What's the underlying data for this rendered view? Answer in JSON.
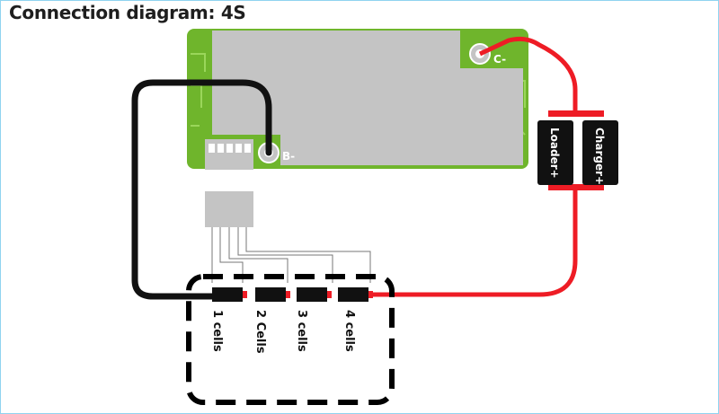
{
  "title": "Connection diagram:  4S",
  "board": {
    "pad_b_label": "B-",
    "pad_c_label": "C-"
  },
  "load_labels": {
    "loader": "Loader+",
    "charger": "Charger+"
  },
  "cells": [
    {
      "label": "1 cells"
    },
    {
      "label": "2 Cells"
    },
    {
      "label": "3 cells"
    },
    {
      "label": "4 cells"
    }
  ],
  "colors": {
    "pcb_green": "#6fb52c",
    "pcb_face": "#c4c4c4",
    "wire_black": "#111111",
    "wire_red": "#ee1c25",
    "dashed_border": "#000000"
  }
}
